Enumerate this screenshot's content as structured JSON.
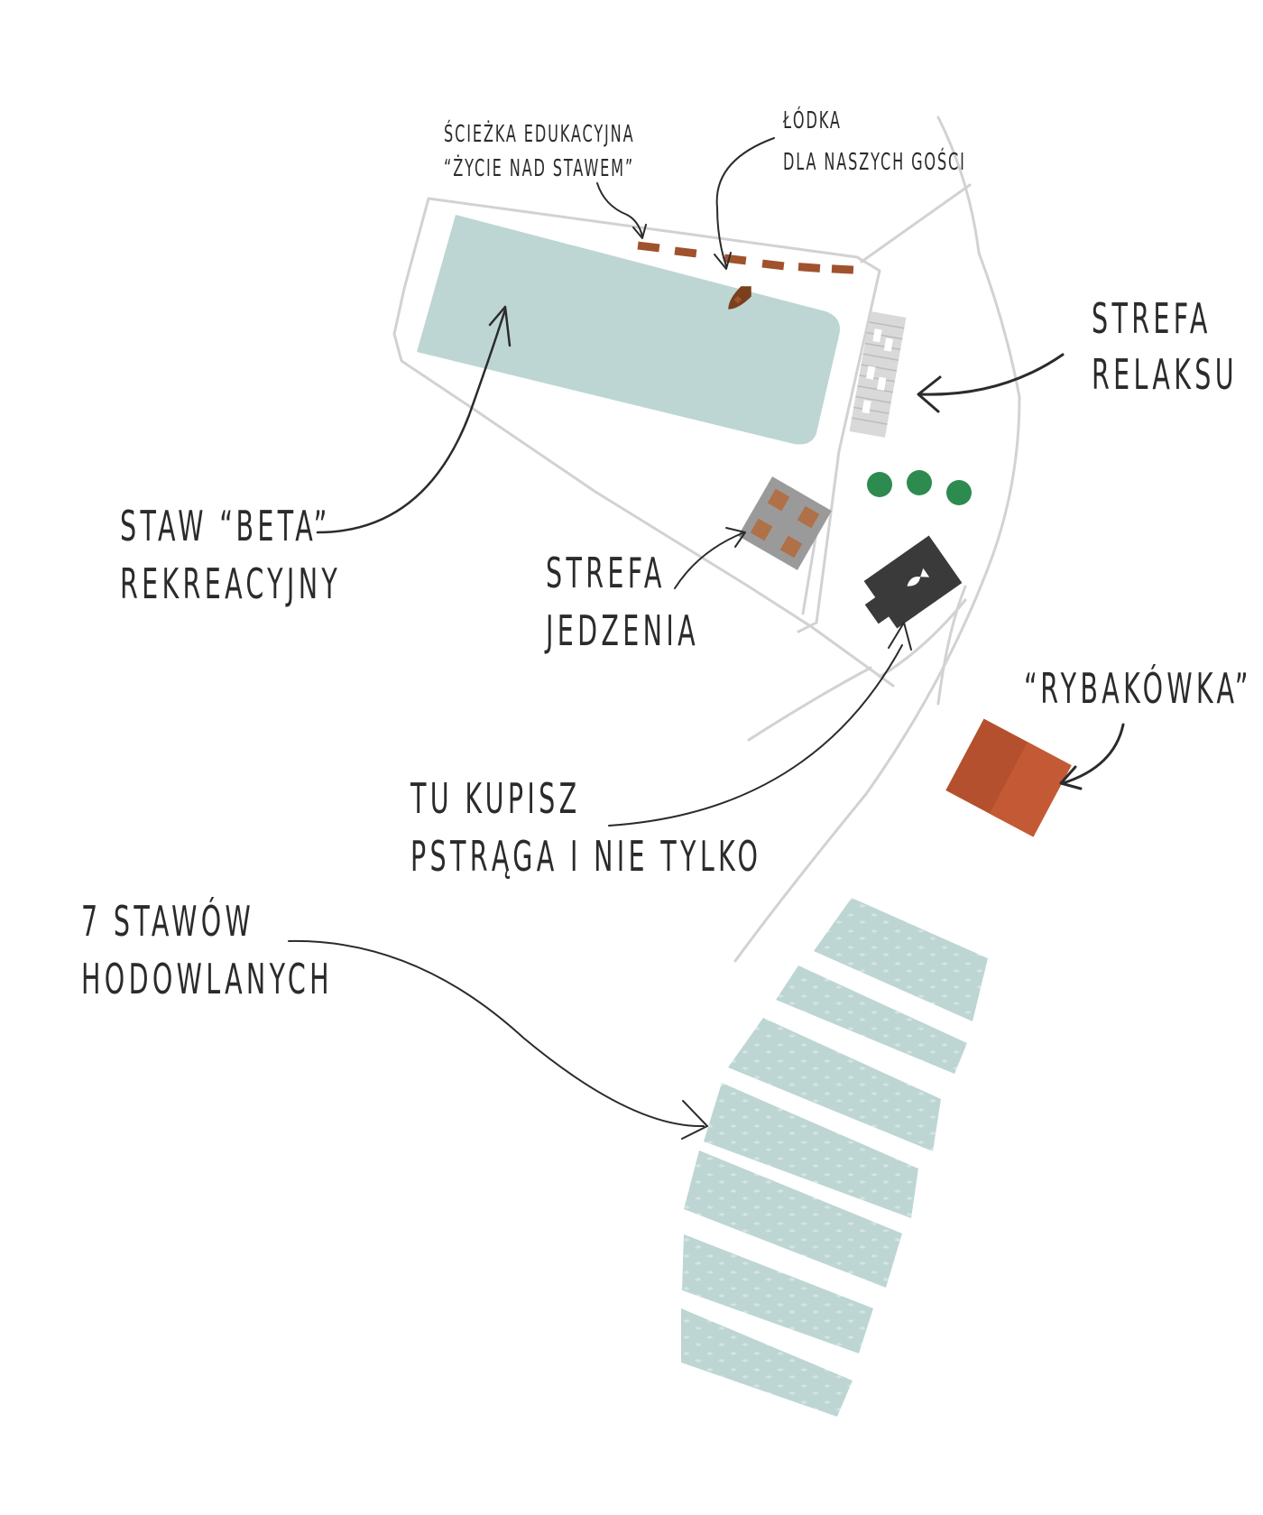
{
  "labels": {
    "sciezka": {
      "line1": "ŚCIEŻKA EDUKACYJNA",
      "line2": "“ŻYCIE NAD STAWEM”"
    },
    "lodka": {
      "line1": "ŁÓDKA",
      "line2": "DLA NASZYCH GOŚCI"
    },
    "strefa_relaksu": {
      "line1": "STREFA",
      "line2": "RELAKSU"
    },
    "staw_beta": {
      "line1": "STAW “BETA”",
      "line2": "REKREACYJNY"
    },
    "strefa_jedzenia": {
      "line1": "STREFA",
      "line2": "JEDZENIA"
    },
    "rybakowka": {
      "line1": "“RYBAKÓWKA”"
    },
    "sklep": {
      "line1": "TU KUPISZ",
      "line2": "PSTRĄGA I NIE TYLKO"
    },
    "stawy_hodowlane": {
      "line1": "7 STAWÓW",
      "line2": "HODOWLANYCH"
    }
  },
  "colors": {
    "pond": "#bdd6d4",
    "pond_pattern": "#d6e6e4",
    "road": "#d2d2d2",
    "path_plank": "#a0522d",
    "deck": "#d9d9d9",
    "tree": "#2e8b4f",
    "shop": "#3a3a3a",
    "house_roof": "#b4502e",
    "ink": "#2b2b2b"
  },
  "icons": {
    "boat": "boat-icon",
    "trees": "tree-icon",
    "shop": "fish-shop-icon",
    "house": "house-icon",
    "tables": "picnic-table-icon",
    "deck": "deck-icon"
  }
}
